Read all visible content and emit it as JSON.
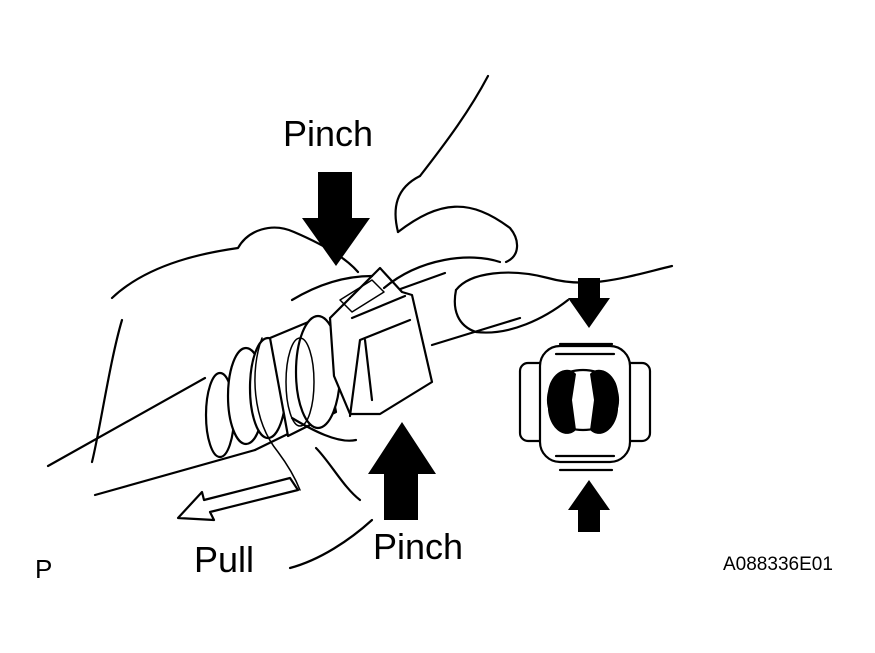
{
  "labels": {
    "pinch_top": "Pinch",
    "pinch_bottom": "Pinch",
    "pull": "Pull",
    "view_letter": "P",
    "figure_code": "A088336E01"
  },
  "colors": {
    "line": "#000000",
    "background": "#ffffff"
  },
  "icons": {
    "pinch_arrow": "arrow-down-filled",
    "pull_arrow": "arrow-left-outline"
  }
}
